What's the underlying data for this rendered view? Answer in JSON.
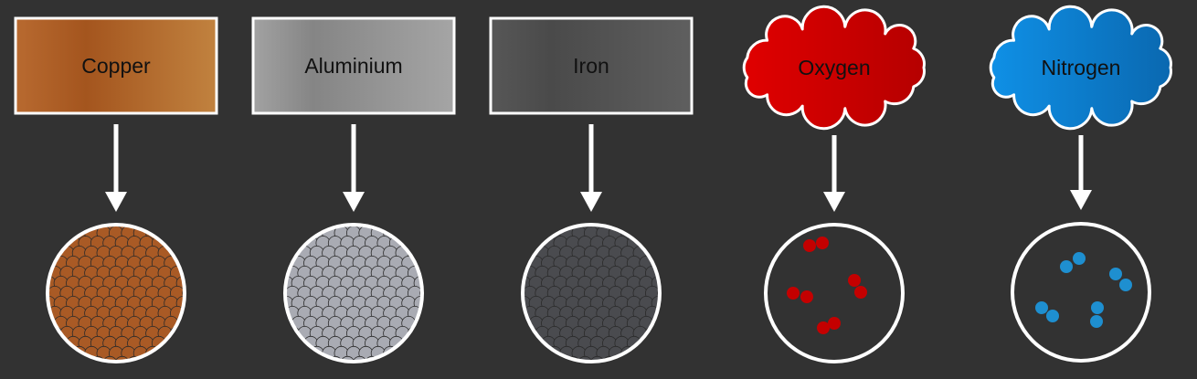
{
  "elements": [
    {
      "label": "Copper",
      "shape": "rectangle",
      "state": "solid",
      "color": "#b0622a",
      "particle_color": "#a95a25"
    },
    {
      "label": "Aluminium",
      "shape": "rectangle",
      "state": "solid",
      "color": "#9a9a9a",
      "particle_color": "#a9abb3"
    },
    {
      "label": "Iron",
      "shape": "rectangle",
      "state": "solid",
      "color": "#5a5a5a",
      "particle_color": "#4a4b4f"
    },
    {
      "label": "Oxygen",
      "shape": "cloud",
      "state": "gas",
      "color": "#d20000",
      "particle_color": "#c40000",
      "molecule_count": 4
    },
    {
      "label": "Nitrogen",
      "shape": "cloud",
      "state": "gas",
      "color": "#0a7fd0",
      "particle_color": "#1e8fd0",
      "molecule_count": 4
    }
  ],
  "colors": {
    "background": "#323232",
    "outline": "#ffffff",
    "arrow": "#ffffff"
  }
}
